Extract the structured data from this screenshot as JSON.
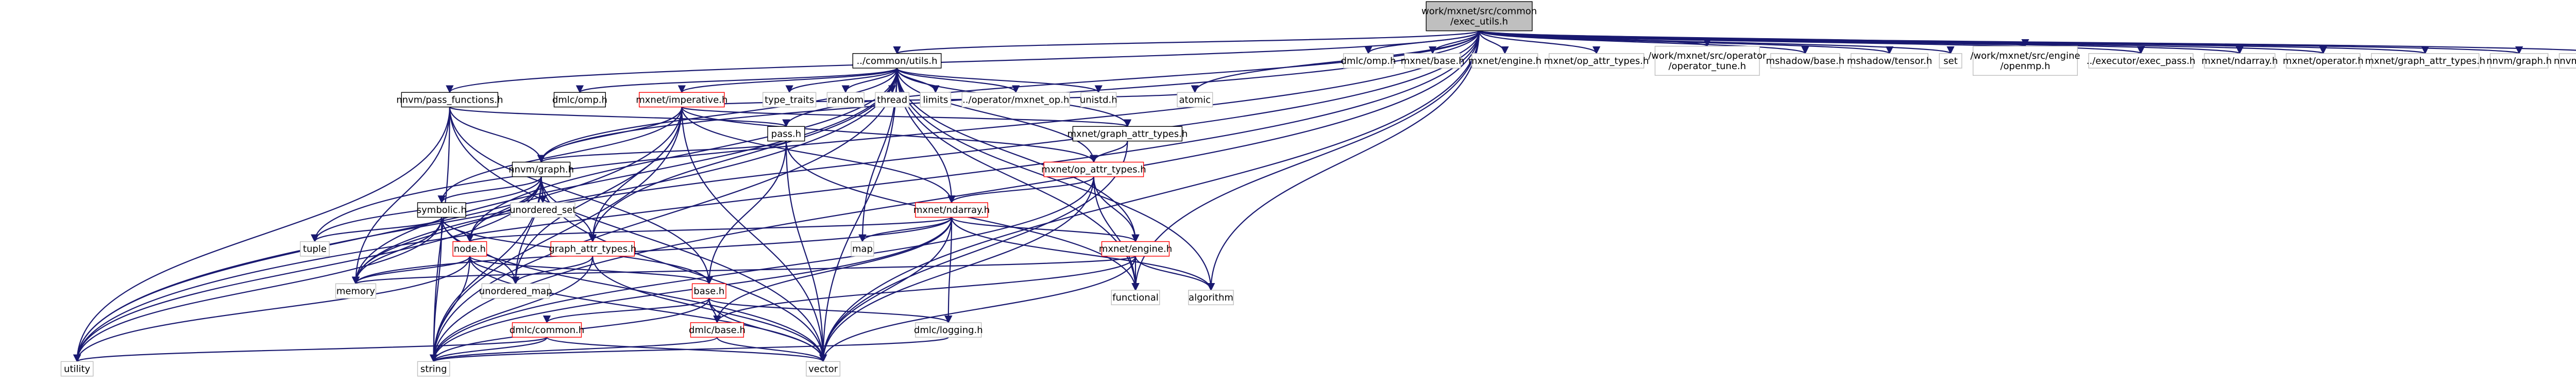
{
  "colors": {
    "edge": "#191970",
    "node_border": "#000000",
    "incomplete_border": "#ff0000",
    "root_fill": "#bfbfbf",
    "background": "#ffffff"
  },
  "nodes": [
    {
      "id": "root",
      "label": [
        "work/mxnet/src/common",
        "/exec_utils.h"
      ],
      "kind": "root"
    },
    {
      "id": "common_utils",
      "label": [
        "../common/utils.h"
      ],
      "kind": "normal"
    },
    {
      "id": "dmlc_omp_top",
      "label": [
        "dmlc/omp.h"
      ],
      "kind": "plain"
    },
    {
      "id": "mxnet_base",
      "label": [
        "mxnet/base.h"
      ],
      "kind": "plain"
    },
    {
      "id": "mxnet_engine_top",
      "label": [
        "mxnet/engine.h"
      ],
      "kind": "plain"
    },
    {
      "id": "mxnet_op_attr_top",
      "label": [
        "mxnet/op_attr_types.h"
      ],
      "kind": "plain"
    },
    {
      "id": "operator_tune",
      "label": [
        "/work/mxnet/src/operator",
        "/operator_tune.h"
      ],
      "kind": "plain"
    },
    {
      "id": "mshadow_base",
      "label": [
        "mshadow/base.h"
      ],
      "kind": "plain"
    },
    {
      "id": "mshadow_tensor",
      "label": [
        "mshadow/tensor.h"
      ],
      "kind": "plain"
    },
    {
      "id": "set",
      "label": [
        "set"
      ],
      "kind": "plain"
    },
    {
      "id": "openmp",
      "label": [
        "/work/mxnet/src/engine",
        "/openmp.h"
      ],
      "kind": "plain"
    },
    {
      "id": "exec_pass",
      "label": [
        "../executor/exec_pass.h"
      ],
      "kind": "plain"
    },
    {
      "id": "mxnet_ndarray_top",
      "label": [
        "mxnet/ndarray.h"
      ],
      "kind": "plain"
    },
    {
      "id": "mxnet_operator",
      "label": [
        "mxnet/operator.h"
      ],
      "kind": "plain"
    },
    {
      "id": "mxnet_graph_attr_top",
      "label": [
        "mxnet/graph_attr_types.h"
      ],
      "kind": "plain"
    },
    {
      "id": "nnvm_graph_top",
      "label": [
        "nnvm/graph.h"
      ],
      "kind": "plain"
    },
    {
      "id": "nnvm_graph_attr",
      "label": [
        "nnvm/graph_attr_types.h"
      ],
      "kind": "plain"
    },
    {
      "id": "nnvm_pass_functions",
      "label": [
        "nnvm/pass_functions.h"
      ],
      "kind": "normal"
    },
    {
      "id": "dmlc_omp",
      "label": [
        "dmlc/omp.h"
      ],
      "kind": "normal"
    },
    {
      "id": "mxnet_imperative",
      "label": [
        "mxnet/imperative.h"
      ],
      "kind": "red"
    },
    {
      "id": "type_traits",
      "label": [
        "type_traits"
      ],
      "kind": "plain"
    },
    {
      "id": "random",
      "label": [
        "random"
      ],
      "kind": "plain"
    },
    {
      "id": "thread",
      "label": [
        "thread"
      ],
      "kind": "plain"
    },
    {
      "id": "limits",
      "label": [
        "limits"
      ],
      "kind": "plain"
    },
    {
      "id": "operator_mxnet_op",
      "label": [
        "../operator/mxnet_op.h"
      ],
      "kind": "plain"
    },
    {
      "id": "unistd",
      "label": [
        "unistd.h"
      ],
      "kind": "plain"
    },
    {
      "id": "mxnet_graph_attr",
      "label": [
        "mxnet/graph_attr_types.h"
      ],
      "kind": "normal"
    },
    {
      "id": "atomic",
      "label": [
        "atomic"
      ],
      "kind": "plain"
    },
    {
      "id": "pass_h",
      "label": [
        "pass.h"
      ],
      "kind": "normal"
    },
    {
      "id": "mxnet_op_attr",
      "label": [
        "mxnet/op_attr_types.h"
      ],
      "kind": "red"
    },
    {
      "id": "nnvm_graph",
      "label": [
        "nnvm/graph.h"
      ],
      "kind": "normal"
    },
    {
      "id": "unordered_set",
      "label": [
        "unordered_set"
      ],
      "kind": "plain"
    },
    {
      "id": "mxnet_ndarray",
      "label": [
        "mxnet/ndarray.h"
      ],
      "kind": "red"
    },
    {
      "id": "symbolic",
      "label": [
        "symbolic.h"
      ],
      "kind": "normal"
    },
    {
      "id": "tuple",
      "label": [
        "tuple"
      ],
      "kind": "plain"
    },
    {
      "id": "graph_attr_types",
      "label": [
        "graph_attr_types.h"
      ],
      "kind": "red"
    },
    {
      "id": "node_h",
      "label": [
        "node.h"
      ],
      "kind": "red"
    },
    {
      "id": "map",
      "label": [
        "map"
      ],
      "kind": "plain"
    },
    {
      "id": "mxnet_engine",
      "label": [
        "mxnet/engine.h"
      ],
      "kind": "red"
    },
    {
      "id": "memory",
      "label": [
        "memory"
      ],
      "kind": "plain"
    },
    {
      "id": "unordered_map",
      "label": [
        "unordered_map"
      ],
      "kind": "plain"
    },
    {
      "id": "base_h",
      "label": [
        "base.h"
      ],
      "kind": "red"
    },
    {
      "id": "functional",
      "label": [
        "functional"
      ],
      "kind": "plain"
    },
    {
      "id": "algorithm",
      "label": [
        "algorithm"
      ],
      "kind": "plain"
    },
    {
      "id": "dmlc_common",
      "label": [
        "dmlc/common.h"
      ],
      "kind": "red"
    },
    {
      "id": "dmlc_base",
      "label": [
        "dmlc/base.h"
      ],
      "kind": "red"
    },
    {
      "id": "dmlc_logging",
      "label": [
        "dmlc/logging.h"
      ],
      "kind": "plain"
    },
    {
      "id": "utility",
      "label": [
        "utility"
      ],
      "kind": "plain"
    },
    {
      "id": "string",
      "label": [
        "string"
      ],
      "kind": "plain"
    },
    {
      "id": "vector",
      "label": [
        "vector"
      ],
      "kind": "plain"
    }
  ],
  "edges": [
    [
      "root",
      "common_utils"
    ],
    [
      "root",
      "dmlc_omp_top"
    ],
    [
      "root",
      "mxnet_base"
    ],
    [
      "root",
      "mxnet_engine_top"
    ],
    [
      "root",
      "mxnet_op_attr_top"
    ],
    [
      "root",
      "operator_tune"
    ],
    [
      "root",
      "mshadow_base"
    ],
    [
      "root",
      "mshadow_tensor"
    ],
    [
      "root",
      "set"
    ],
    [
      "root",
      "openmp"
    ],
    [
      "root",
      "exec_pass"
    ],
    [
      "root",
      "mxnet_ndarray_top"
    ],
    [
      "root",
      "mxnet_operator"
    ],
    [
      "root",
      "mxnet_graph_attr_top"
    ],
    [
      "root",
      "nnvm_graph_top"
    ],
    [
      "root",
      "nnvm_graph_attr"
    ],
    [
      "root",
      "nnvm_pass_functions"
    ],
    [
      "root",
      "utility"
    ],
    [
      "root",
      "string"
    ],
    [
      "root",
      "vector"
    ],
    [
      "root",
      "memory"
    ],
    [
      "root",
      "tuple"
    ],
    [
      "root",
      "algorithm"
    ],
    [
      "root",
      "atomic"
    ],
    [
      "root",
      "functional"
    ],
    [
      "root",
      "nnvm_graph"
    ],
    [
      "root",
      "pass_h"
    ],
    [
      "common_utils",
      "dmlc_omp"
    ],
    [
      "common_utils",
      "mxnet_imperative"
    ],
    [
      "common_utils",
      "type_traits"
    ],
    [
      "common_utils",
      "random"
    ],
    [
      "common_utils",
      "thread"
    ],
    [
      "common_utils",
      "limits"
    ],
    [
      "common_utils",
      "operator_mxnet_op"
    ],
    [
      "common_utils",
      "unistd"
    ],
    [
      "common_utils",
      "mxnet_graph_attr"
    ],
    [
      "common_utils",
      "mxnet_op_attr"
    ],
    [
      "common_utils",
      "mxnet_ndarray"
    ],
    [
      "common_utils",
      "mxnet_engine"
    ],
    [
      "common_utils",
      "nnvm_graph"
    ],
    [
      "common_utils",
      "graph_attr_types"
    ],
    [
      "common_utils",
      "node_h"
    ],
    [
      "common_utils",
      "utility"
    ],
    [
      "common_utils",
      "string"
    ],
    [
      "common_utils",
      "vector"
    ],
    [
      "common_utils",
      "memory"
    ],
    [
      "common_utils",
      "algorithm"
    ],
    [
      "common_utils",
      "functional"
    ],
    [
      "common_utils",
      "map"
    ],
    [
      "nnvm_pass_functions",
      "pass_h"
    ],
    [
      "nnvm_pass_functions",
      "nnvm_graph"
    ],
    [
      "nnvm_pass_functions",
      "memory"
    ],
    [
      "nnvm_pass_functions",
      "base_h"
    ],
    [
      "nnvm_pass_functions",
      "string"
    ],
    [
      "nnvm_pass_functions",
      "vector"
    ],
    [
      "nnvm_pass_functions",
      "utility"
    ],
    [
      "mxnet_imperative",
      "atomic"
    ],
    [
      "mxnet_imperative",
      "mxnet_graph_attr"
    ],
    [
      "mxnet_imperative",
      "mxnet_op_attr"
    ],
    [
      "mxnet_imperative",
      "mxnet_ndarray"
    ],
    [
      "mxnet_imperative",
      "nnvm_graph"
    ],
    [
      "mxnet_imperative",
      "symbolic"
    ],
    [
      "mxnet_imperative",
      "graph_attr_types"
    ],
    [
      "mxnet_imperative",
      "unordered_map"
    ],
    [
      "mxnet_imperative",
      "vector"
    ],
    [
      "mxnet_imperative",
      "utility"
    ],
    [
      "mxnet_imperative",
      "string"
    ],
    [
      "mxnet_graph_attr",
      "mxnet_op_attr"
    ],
    [
      "mxnet_graph_attr",
      "vector"
    ],
    [
      "pass_h",
      "nnvm_graph"
    ],
    [
      "pass_h",
      "base_h"
    ],
    [
      "pass_h",
      "functional"
    ],
    [
      "pass_h",
      "vector"
    ],
    [
      "mxnet_op_attr",
      "mxnet_ndarray"
    ],
    [
      "mxnet_op_attr",
      "mxnet_engine"
    ],
    [
      "mxnet_op_attr",
      "functional"
    ],
    [
      "mxnet_op_attr",
      "vector"
    ],
    [
      "mxnet_op_attr",
      "string"
    ],
    [
      "nnvm_graph",
      "unordered_set"
    ],
    [
      "nnvm_graph",
      "symbolic"
    ],
    [
      "nnvm_graph",
      "node_h"
    ],
    [
      "nnvm_graph",
      "graph_attr_types"
    ],
    [
      "nnvm_graph",
      "tuple"
    ],
    [
      "nnvm_graph",
      "memory"
    ],
    [
      "nnvm_graph",
      "unordered_map"
    ],
    [
      "nnvm_graph",
      "string"
    ],
    [
      "nnvm_graph",
      "vector"
    ],
    [
      "nnvm_graph",
      "utility"
    ],
    [
      "mxnet_ndarray",
      "map"
    ],
    [
      "mxnet_ndarray",
      "mxnet_engine"
    ],
    [
      "mxnet_ndarray",
      "node_h"
    ],
    [
      "mxnet_ndarray",
      "memory"
    ],
    [
      "mxnet_ndarray",
      "algorithm"
    ],
    [
      "mxnet_ndarray",
      "dmlc_logging"
    ],
    [
      "mxnet_ndarray",
      "dmlc_base"
    ],
    [
      "mxnet_ndarray",
      "vector"
    ],
    [
      "mxnet_ndarray",
      "string"
    ],
    [
      "symbolic",
      "node_h"
    ],
    [
      "symbolic",
      "tuple"
    ],
    [
      "symbolic",
      "memory"
    ],
    [
      "symbolic",
      "unordered_map"
    ],
    [
      "symbolic",
      "string"
    ],
    [
      "symbolic",
      "vector"
    ],
    [
      "symbolic",
      "utility"
    ],
    [
      "symbolic",
      "base_h"
    ],
    [
      "graph_attr_types",
      "unordered_map"
    ],
    [
      "graph_attr_types",
      "vector"
    ],
    [
      "graph_attr_types",
      "string"
    ],
    [
      "node_h",
      "memory"
    ],
    [
      "node_h",
      "unordered_map"
    ],
    [
      "node_h",
      "base_h"
    ],
    [
      "node_h",
      "string"
    ],
    [
      "node_h",
      "vector"
    ],
    [
      "node_h",
      "utility"
    ],
    [
      "mxnet_engine",
      "memory"
    ],
    [
      "mxnet_engine",
      "functional"
    ],
    [
      "mxnet_engine",
      "algorithm"
    ],
    [
      "mxnet_engine",
      "vector"
    ],
    [
      "mxnet_engine",
      "dmlc_base"
    ],
    [
      "base_h",
      "dmlc_common"
    ],
    [
      "base_h",
      "dmlc_base"
    ],
    [
      "base_h",
      "dmlc_logging"
    ],
    [
      "base_h",
      "string"
    ],
    [
      "base_h",
      "vector"
    ],
    [
      "dmlc_common",
      "vector"
    ],
    [
      "dmlc_common",
      "string"
    ],
    [
      "dmlc_common",
      "utility"
    ],
    [
      "dmlc_base",
      "string"
    ],
    [
      "dmlc_base",
      "vector"
    ],
    [
      "dmlc_logging",
      "string"
    ]
  ]
}
